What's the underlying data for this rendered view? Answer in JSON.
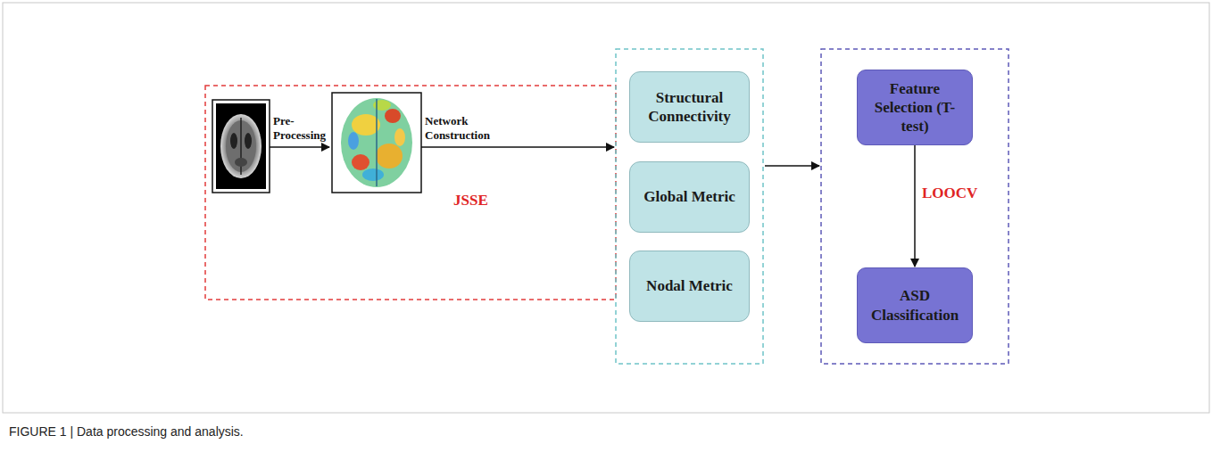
{
  "diagram": {
    "caption": "FIGURE 1 | Data processing and analysis.",
    "nodes": [
      {
        "text": [
          "Structural Connectivity"
        ]
      },
      {
        "text": [
          "Global Metric"
        ]
      },
      {
        "text": [
          "Nodal Metric"
        ]
      },
      {
        "text": [
          "Feature Selection (T-test)"
        ]
      },
      {
        "text": [
          "ASD Classification"
        ]
      }
    ],
    "edges": [
      {
        "from": 3,
        "to": 4,
        "arrow": "to",
        "label": "LOOCV"
      }
    ],
    "labels": [
      "Pre-Processing",
      "Network Construction",
      "JSSE"
    ]
  }
}
